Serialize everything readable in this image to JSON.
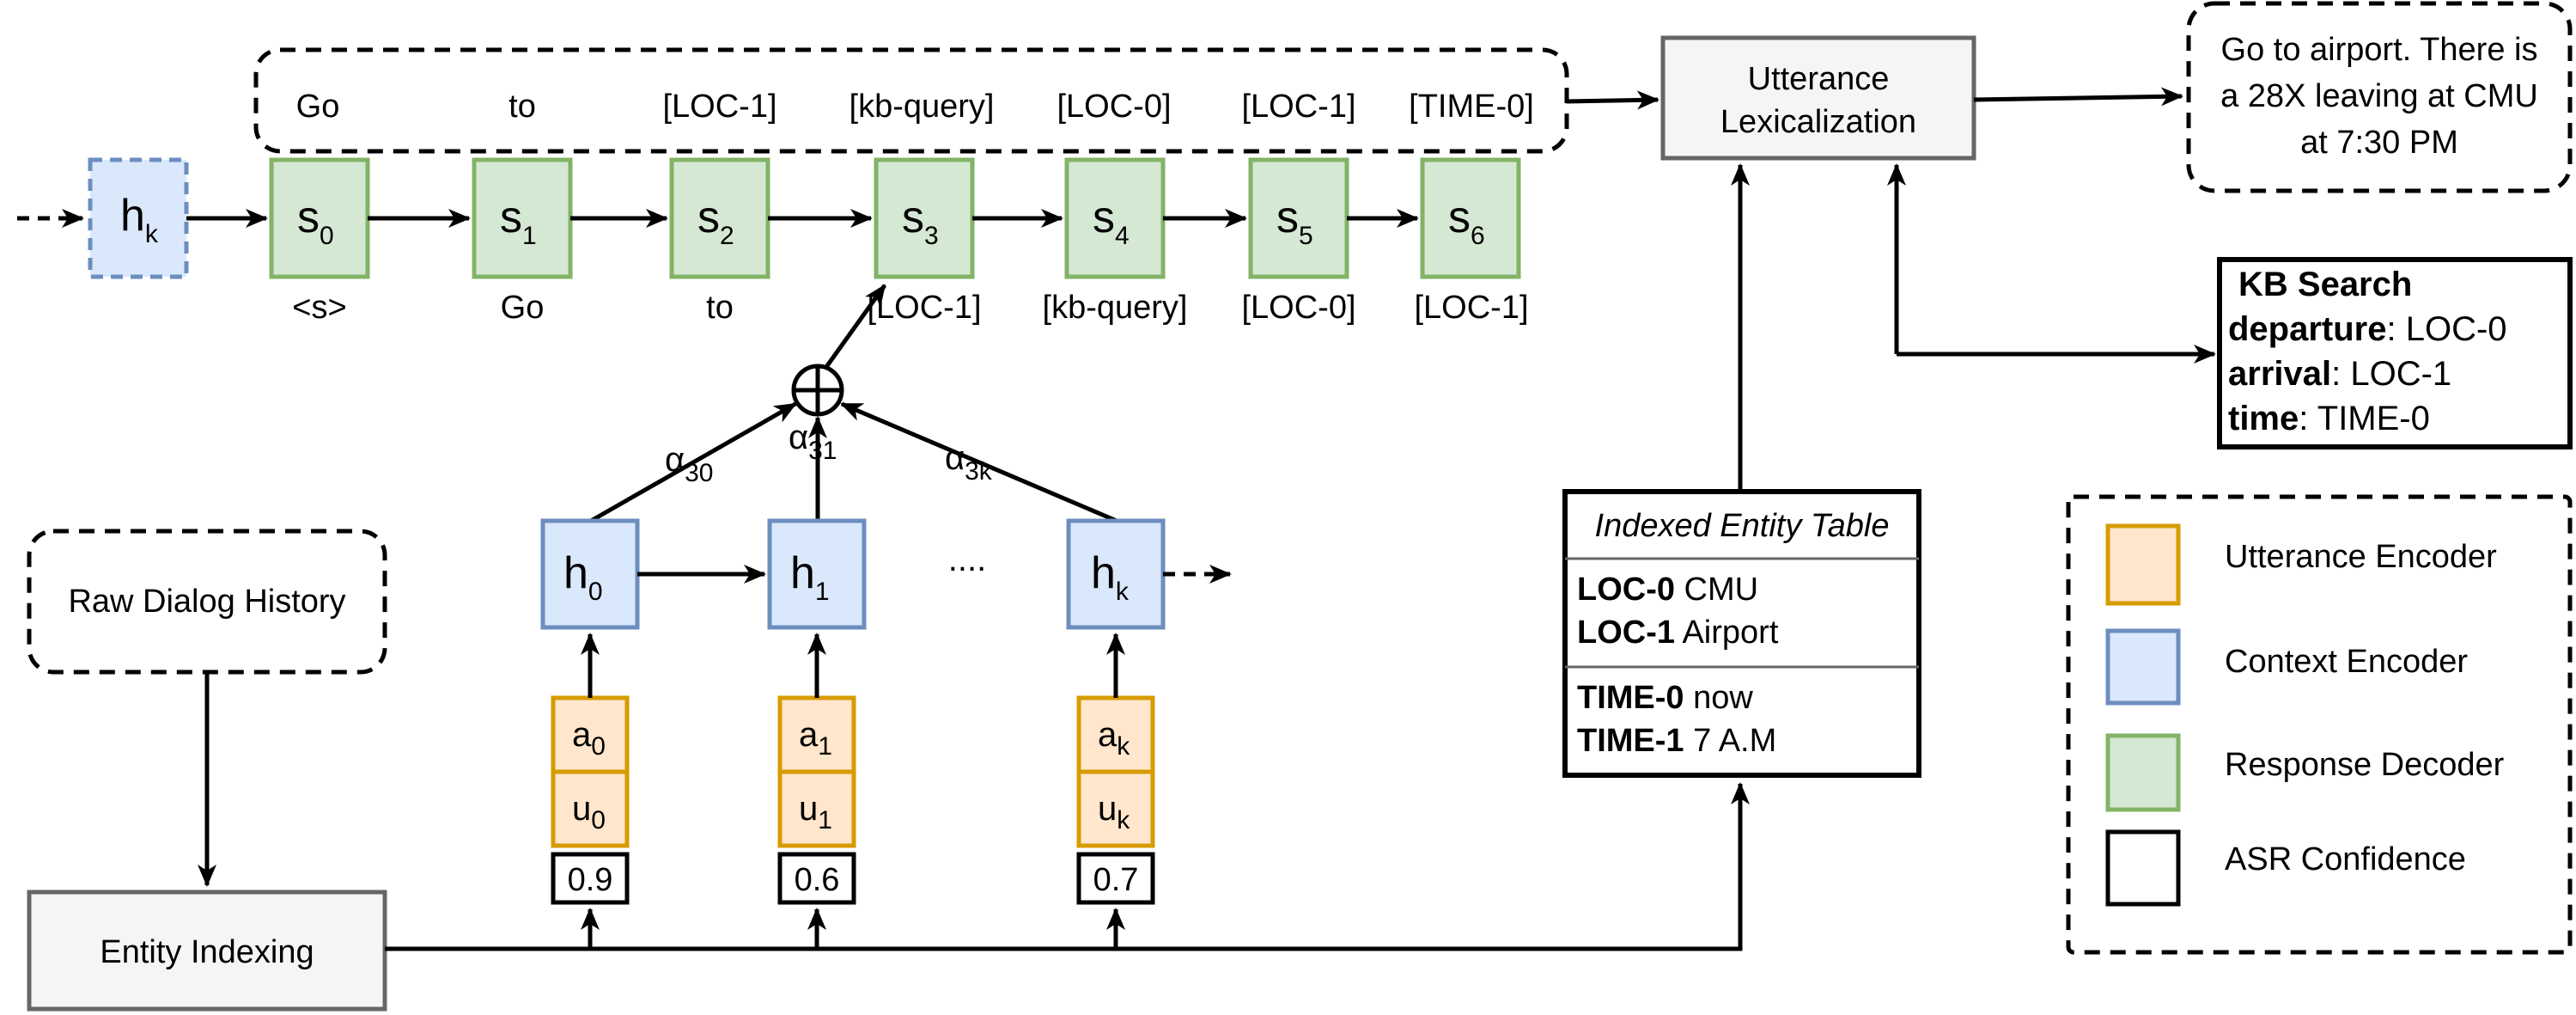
{
  "decoder_words": [
    "Go",
    "to",
    "[LOC-1]",
    "[kb-query]",
    "[LOC-0]",
    "[LOC-1]",
    "[TIME-0]"
  ],
  "decoder_inputs": [
    "<s>",
    "Go",
    "to",
    "[LOC-1]",
    "[kb-query]",
    "[LOC-0]",
    "[LOC-1]"
  ],
  "decoder_states": [
    {
      "base": "s",
      "sub": "0"
    },
    {
      "base": "s",
      "sub": "1"
    },
    {
      "base": "s",
      "sub": "2"
    },
    {
      "base": "s",
      "sub": "3"
    },
    {
      "base": "s",
      "sub": "4"
    },
    {
      "base": "s",
      "sub": "5"
    },
    {
      "base": "s",
      "sub": "6"
    }
  ],
  "prev_context": {
    "base": "h",
    "sub": "k"
  },
  "context_states": [
    {
      "base": "h",
      "sub": "0"
    },
    {
      "base": "h",
      "sub": "1"
    },
    {
      "base": "h",
      "sub": "k"
    }
  ],
  "ellipsis": "....",
  "attention": [
    {
      "base": "α",
      "sub": "30"
    },
    {
      "base": "α",
      "sub": "31"
    },
    {
      "base": "α",
      "sub": "3k"
    }
  ],
  "plus_symbol": "+",
  "encoder_a": [
    {
      "base": "a",
      "sub": "0"
    },
    {
      "base": "a",
      "sub": "1"
    },
    {
      "base": "a",
      "sub": "k"
    }
  ],
  "encoder_u": [
    {
      "base": "u",
      "sub": "0"
    },
    {
      "base": "u",
      "sub": "1"
    },
    {
      "base": "u",
      "sub": "k"
    }
  ],
  "confidences": [
    "0.9",
    "0.6",
    "0.7"
  ],
  "raw_dialog_history": "Raw Dialog History",
  "entity_indexing": "Entity Indexing",
  "utterance_lexicalization": [
    "Utterance",
    "Lexicalization"
  ],
  "output_text": [
    "Go to airport. There is",
    "a 28X leaving at CMU",
    "at 7:30 PM"
  ],
  "kb_search": {
    "title": "KB Search",
    "rows": [
      {
        "key": "departure",
        "value": ": LOC-0"
      },
      {
        "key": "arrival",
        "value": ": LOC-1"
      },
      {
        "key": "time",
        "value": ": TIME-0"
      }
    ]
  },
  "entity_table": {
    "title": "Indexed Entity Table",
    "group1": [
      {
        "key": "LOC-0",
        "value": " CMU"
      },
      {
        "key": "LOC-1",
        "value": " Airport"
      }
    ],
    "group2": [
      {
        "key": "TIME-0",
        "value": " now"
      },
      {
        "key": "TIME-1",
        "value": " 7 A.M"
      }
    ]
  },
  "legend": [
    {
      "label": "Utterance Encoder",
      "color": "#ffe6cc",
      "border": "#d79b00"
    },
    {
      "label": "Context Encoder",
      "color": "#dae8fc",
      "border": "#6c8ebf"
    },
    {
      "label": "Response Decoder",
      "color": "#d5e8d4",
      "border": "#82b366"
    },
    {
      "label": "ASR Confidence",
      "color": "#ffffff",
      "border": "#000000"
    }
  ]
}
